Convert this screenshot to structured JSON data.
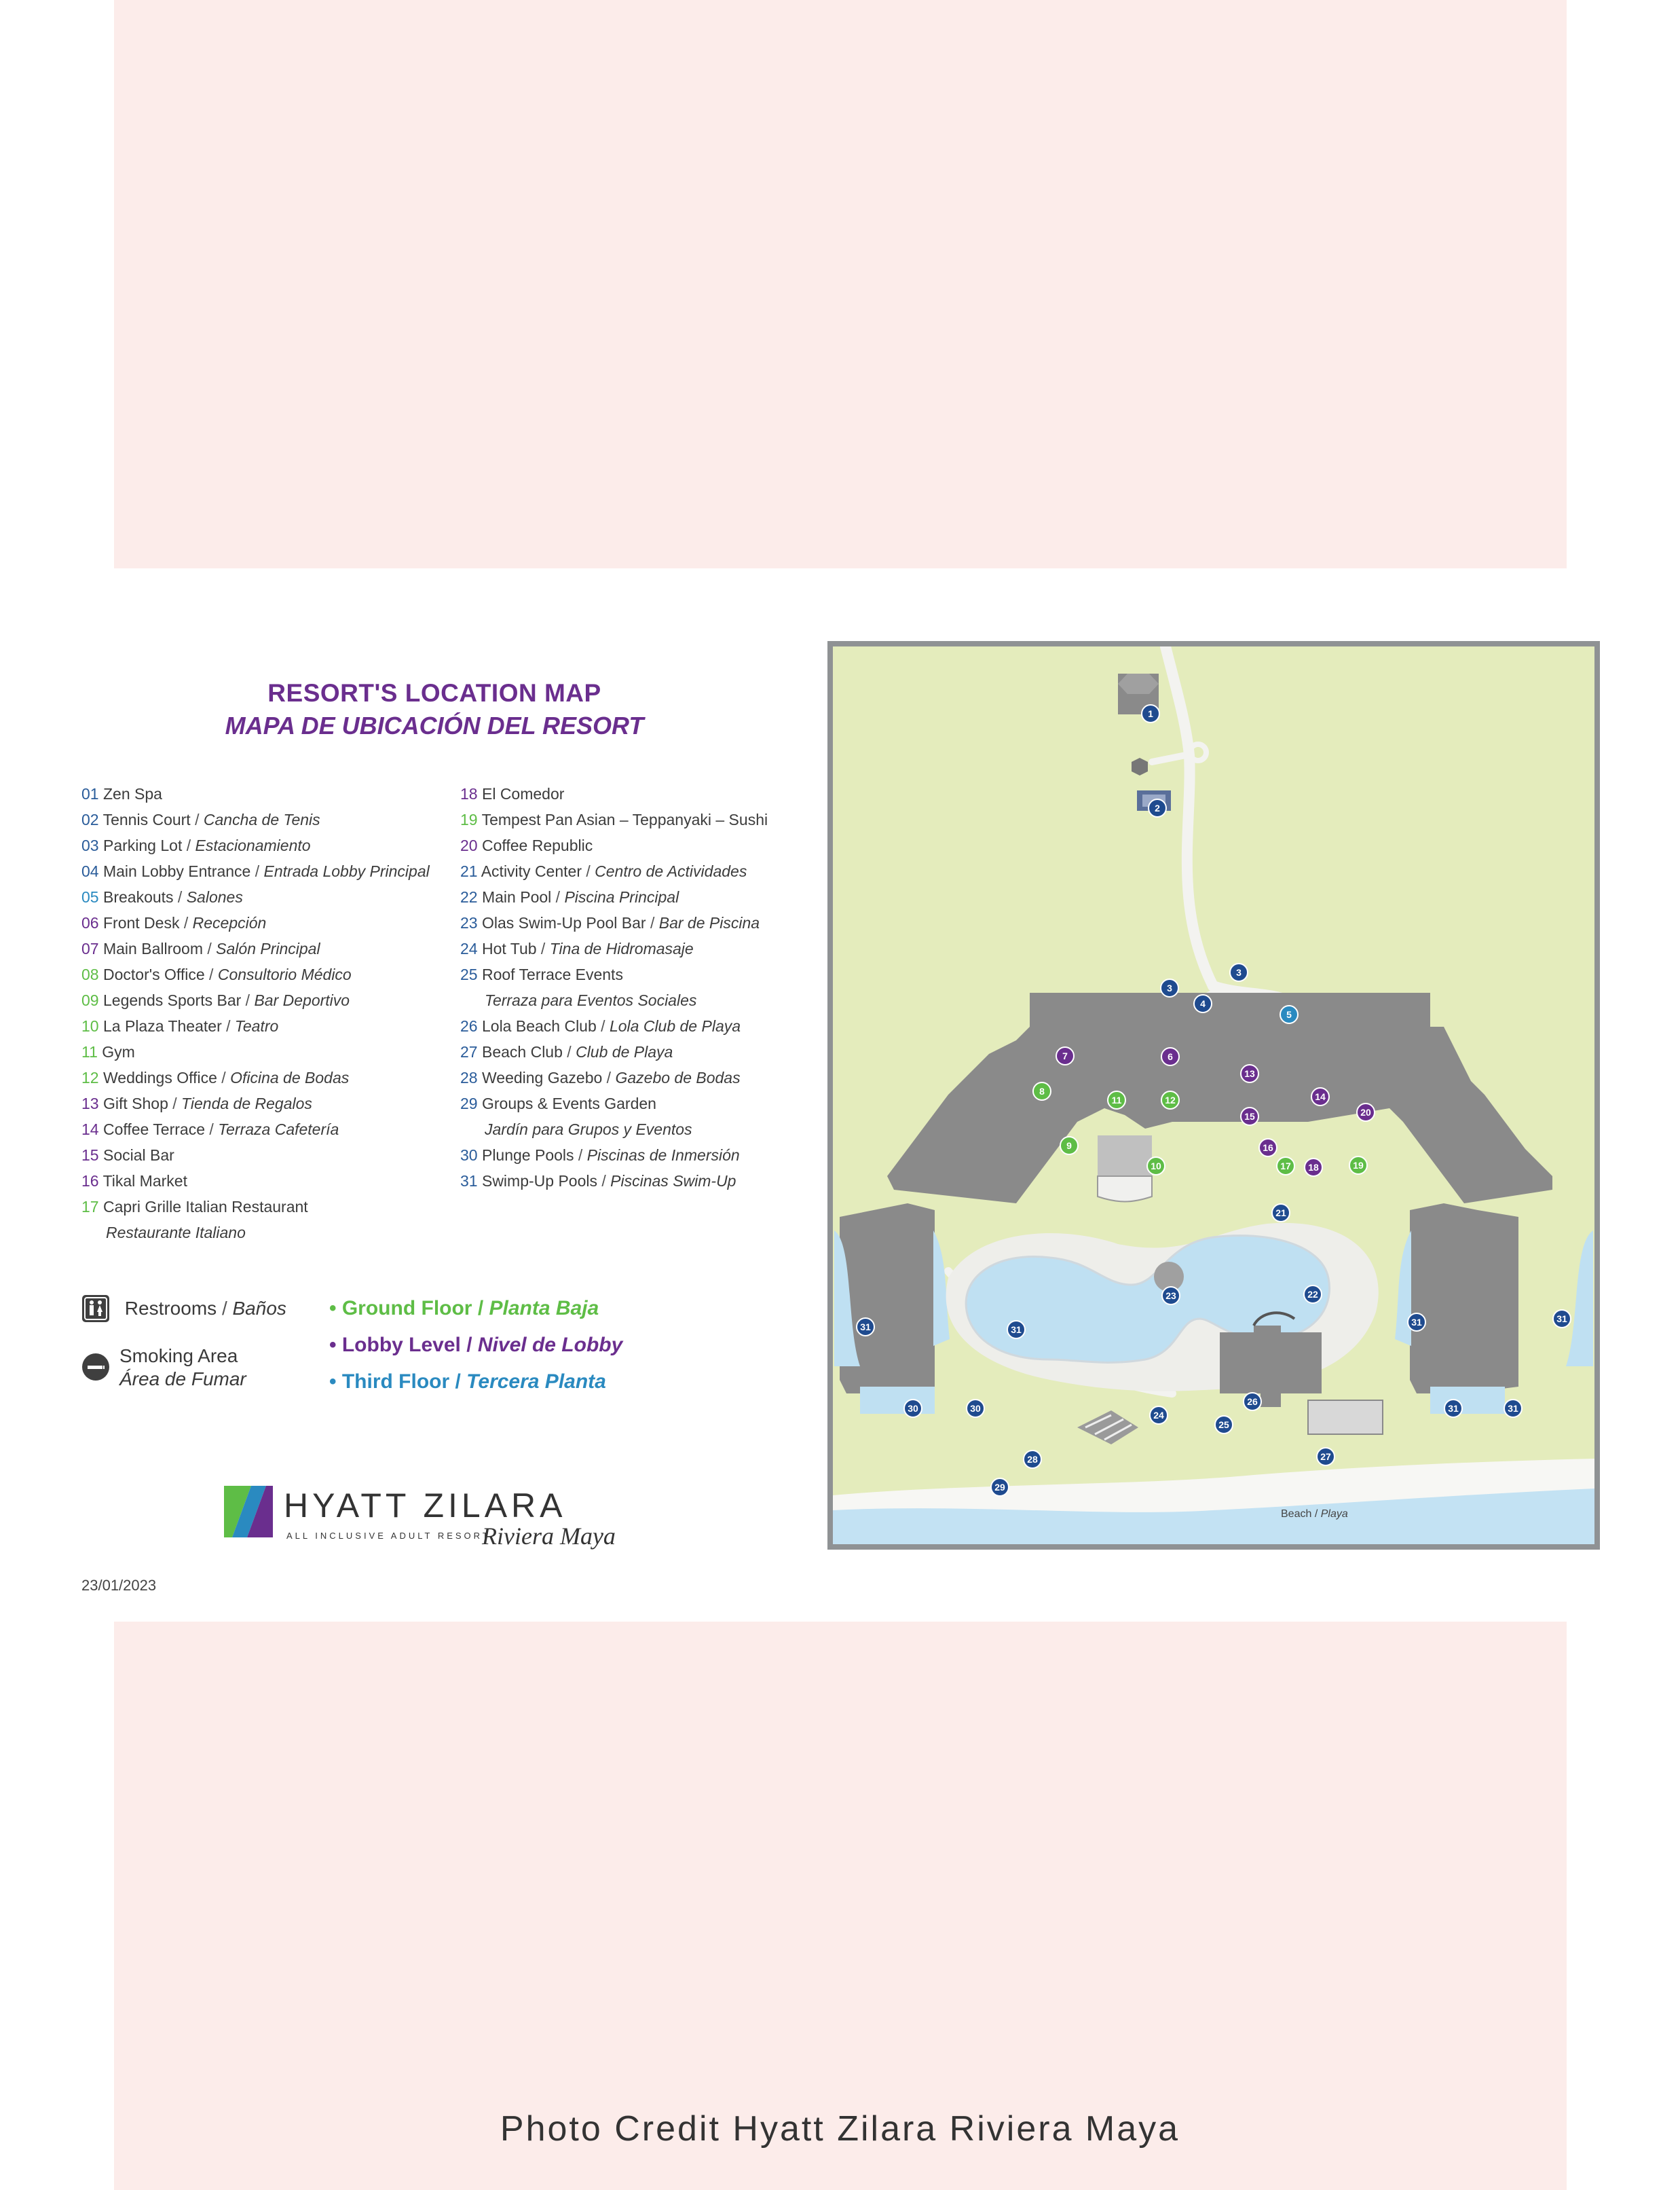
{
  "title": {
    "en": "RESORT'S LOCATION MAP",
    "es": "MAPA DE UBICACIÓN DEL RESORT"
  },
  "colors": {
    "ground": "#5ebd46",
    "lobby": "#6a2e8e",
    "third": "#2a8ac0",
    "navy": "#1f4b8f",
    "pink_band": "#fcecea",
    "map_grass": "#e4ecbc",
    "building": "#8a8a8a",
    "water": "#bfe0f2"
  },
  "legend_left": [
    {
      "num": "01",
      "name": "Zen Spa",
      "es": "",
      "c": "b"
    },
    {
      "num": "02",
      "name": "Tennis Court",
      "es": "Cancha de Tenis",
      "c": "b"
    },
    {
      "num": "03",
      "name": "Parking Lot",
      "es": "Estacionamiento",
      "c": "b"
    },
    {
      "num": "04",
      "name": "Main Lobby Entrance",
      "es": "Entrada Lobby Principal",
      "c": "b"
    },
    {
      "num": "05",
      "name": "Breakouts",
      "es": "Salones",
      "c": "t"
    },
    {
      "num": "06",
      "name": "Front Desk",
      "es": "Recepción",
      "c": "p"
    },
    {
      "num": "07",
      "name": "Main Ballroom",
      "es": "Salón Principal",
      "c": "p"
    },
    {
      "num": "08",
      "name": "Doctor's Office",
      "es": "Consultorio Médico",
      "c": "g"
    },
    {
      "num": "09",
      "name": "Legends Sports Bar",
      "es": "Bar Deportivo",
      "c": "g"
    },
    {
      "num": "10",
      "name": "La Plaza Theater",
      "es": "Teatro",
      "c": "g"
    },
    {
      "num": "11",
      "name": "Gym",
      "es": "",
      "c": "g"
    },
    {
      "num": "12",
      "name": "Weddings Office",
      "es": "Oficina de Bodas",
      "c": "g"
    },
    {
      "num": "13",
      "name": "Gift Shop",
      "es": "Tienda de Regalos",
      "c": "p"
    },
    {
      "num": "14",
      "name": "Coffee Terrace",
      "es": "Terraza Cafetería",
      "c": "p"
    },
    {
      "num": "15",
      "name": "Social Bar",
      "es": "",
      "c": "p"
    },
    {
      "num": "16",
      "name": "Tikal Market",
      "es": "",
      "c": "p"
    },
    {
      "num": "17",
      "name": "Capri Grille Italian Restaurant",
      "es": "",
      "c": "g"
    },
    {
      "num": "",
      "name": "",
      "es": "Restaurante Italiano",
      "c": "g",
      "sub": true
    }
  ],
  "legend_right": [
    {
      "num": "18",
      "name": "El Comedor",
      "es": "",
      "c": "p"
    },
    {
      "num": "19",
      "name": "Tempest  Pan Asian – Teppanyaki – Sushi",
      "es": "",
      "c": "g"
    },
    {
      "num": "20",
      "name": "Coffee Republic",
      "es": "",
      "c": "p"
    },
    {
      "num": "21",
      "name": "Activity Center",
      "es": "Centro de Actividades",
      "c": "b"
    },
    {
      "num": "22",
      "name": "Main Pool",
      "es": "Piscina Principal",
      "c": "b"
    },
    {
      "num": "23",
      "name": "Olas Swim-Up Pool Bar",
      "es": "Bar de Piscina",
      "c": "b"
    },
    {
      "num": "24",
      "name": "Hot Tub",
      "es": "Tina de Hidromasaje",
      "c": "b"
    },
    {
      "num": "25",
      "name": "Roof Terrace Events",
      "es": "",
      "c": "b"
    },
    {
      "num": "",
      "name": "",
      "es": "Terraza para Eventos Sociales",
      "c": "b",
      "sub": true
    },
    {
      "num": "26",
      "name": "Lola Beach Club",
      "es": "Lola Club de Playa",
      "c": "b"
    },
    {
      "num": "27",
      "name": "Beach Club",
      "es": "Club de Playa",
      "c": "b"
    },
    {
      "num": "28",
      "name": "Weeding Gazebo",
      "es": "Gazebo de Bodas",
      "c": "b"
    },
    {
      "num": "29",
      "name": "Groups & Events Garden",
      "es": "",
      "c": "b"
    },
    {
      "num": "",
      "name": "",
      "es": "Jardín para Grupos y Eventos",
      "c": "b",
      "sub": true
    },
    {
      "num": "30",
      "name": "Plunge Pools",
      "es": "Piscinas de Inmersión",
      "c": "b"
    },
    {
      "num": "31",
      "name": "Swimp-Up Pools",
      "es": "Piscinas Swim-Up",
      "c": "b"
    }
  ],
  "key": {
    "restrooms_en": "Restrooms",
    "restrooms_es": "Baños",
    "smoking_en": "Smoking Area",
    "smoking_es": "Área de Fumar",
    "floors": [
      {
        "en": "Ground Floor",
        "es": "Planta Baja",
        "c": "ground"
      },
      {
        "en": "Lobby Level",
        "es": "Nivel de Lobby",
        "c": "lobby"
      },
      {
        "en": "Third Floor",
        "es": "Tercera Planta",
        "c": "third"
      }
    ]
  },
  "logo": {
    "brand": "HYATT ZILARA",
    "tagline": "ALL INCLUSIVE ADULT RESORT",
    "location": "Riviera Maya"
  },
  "date": "23/01/2023",
  "map": {
    "beach_en": "Beach",
    "beach_es": "Playa",
    "markers": [
      {
        "label": "1",
        "c": "navy"
      },
      {
        "label": "2",
        "c": "navy"
      },
      {
        "label": "3",
        "c": "navy"
      },
      {
        "label": "3",
        "c": "navy"
      },
      {
        "label": "4",
        "c": "navy"
      },
      {
        "label": "5",
        "c": "third"
      },
      {
        "label": "6",
        "c": "lobby"
      },
      {
        "label": "7",
        "c": "lobby"
      },
      {
        "label": "8",
        "c": "ground"
      },
      {
        "label": "9",
        "c": "ground"
      },
      {
        "label": "10",
        "c": "ground"
      },
      {
        "label": "11",
        "c": "ground"
      },
      {
        "label": "12",
        "c": "ground"
      },
      {
        "label": "13",
        "c": "lobby"
      },
      {
        "label": "14",
        "c": "lobby"
      },
      {
        "label": "15",
        "c": "lobby"
      },
      {
        "label": "16",
        "c": "lobby"
      },
      {
        "label": "17",
        "c": "ground"
      },
      {
        "label": "18",
        "c": "lobby"
      },
      {
        "label": "19",
        "c": "ground"
      },
      {
        "label": "20",
        "c": "lobby"
      },
      {
        "label": "21",
        "c": "navy"
      },
      {
        "label": "22",
        "c": "navy"
      },
      {
        "label": "23",
        "c": "navy"
      },
      {
        "label": "24",
        "c": "navy"
      },
      {
        "label": "25",
        "c": "navy"
      },
      {
        "label": "26",
        "c": "navy"
      },
      {
        "label": "27",
        "c": "navy"
      },
      {
        "label": "28",
        "c": "navy"
      },
      {
        "label": "29",
        "c": "navy"
      },
      {
        "label": "30",
        "c": "navy"
      },
      {
        "label": "30",
        "c": "navy"
      },
      {
        "label": "31",
        "c": "navy"
      },
      {
        "label": "31",
        "c": "navy"
      },
      {
        "label": "31",
        "c": "navy"
      },
      {
        "label": "31",
        "c": "navy"
      },
      {
        "label": "31",
        "c": "navy"
      },
      {
        "label": "31",
        "c": "navy"
      }
    ]
  },
  "photo_credit": "Photo Credit Hyatt Zilara Riviera Maya"
}
